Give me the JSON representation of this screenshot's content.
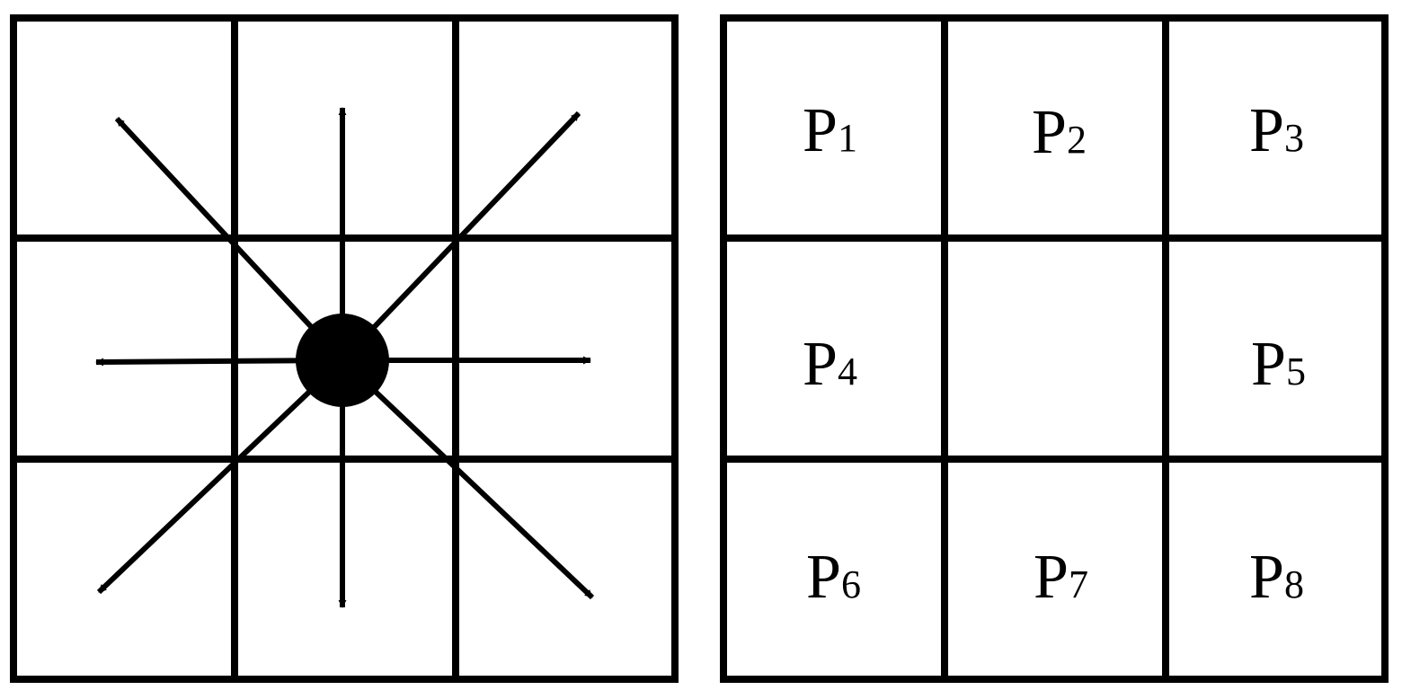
{
  "colors": {
    "stroke": "#000000",
    "background": "#ffffff"
  },
  "left_grid": {
    "center_marker": "filled-circle",
    "arrow_directions": [
      "up-left",
      "up",
      "up-right",
      "left",
      "right",
      "down-left",
      "down",
      "down-right"
    ]
  },
  "right_grid": {
    "cells": [
      {
        "letter": "P",
        "index": "1"
      },
      {
        "letter": "P",
        "index": "2"
      },
      {
        "letter": "P",
        "index": "3"
      },
      {
        "letter": "P",
        "index": "4"
      },
      {
        "letter": "",
        "index": ""
      },
      {
        "letter": "P",
        "index": "5"
      },
      {
        "letter": "P",
        "index": "6"
      },
      {
        "letter": "P",
        "index": "7"
      },
      {
        "letter": "P",
        "index": "8"
      }
    ]
  }
}
